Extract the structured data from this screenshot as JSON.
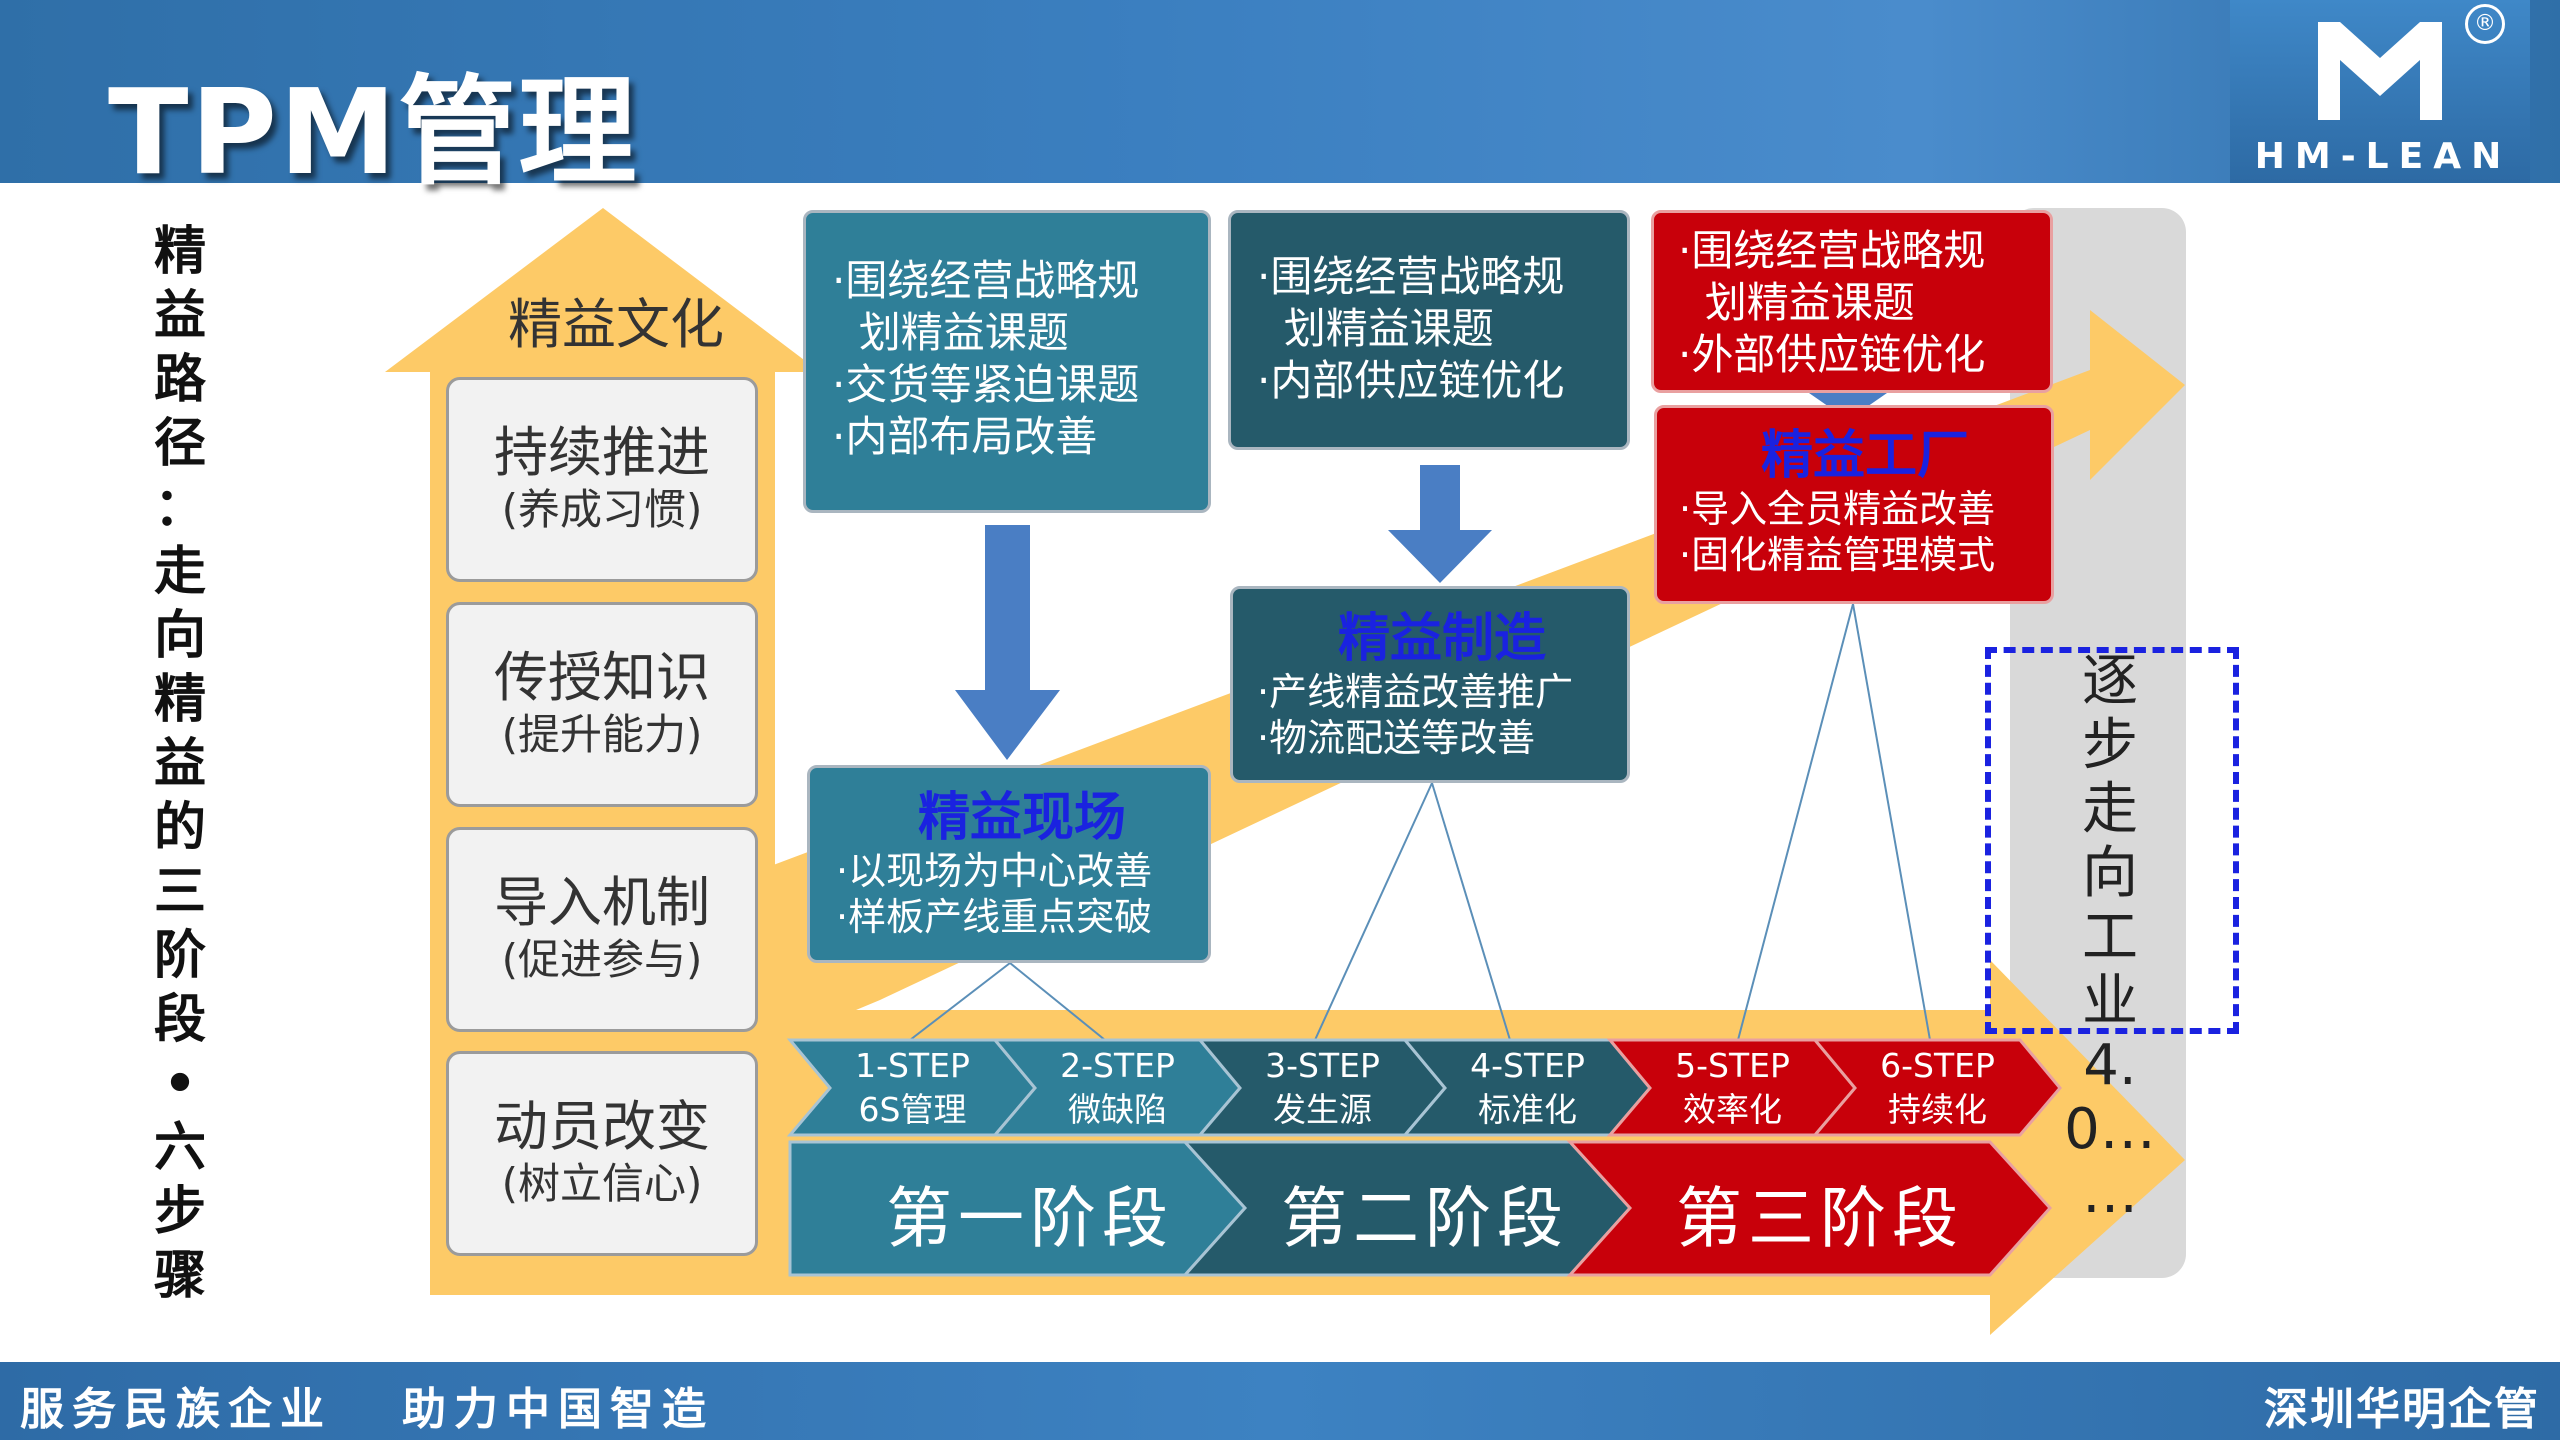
{
  "header": {
    "title": "TPM管理"
  },
  "logo": {
    "text": "HM-LEAN",
    "registered": "®"
  },
  "side_title": [
    "精",
    "益",
    "路",
    "径",
    "：",
    "走",
    "向",
    "精",
    "益",
    "的",
    "三",
    "阶",
    "段",
    "•",
    "六",
    "步",
    "骤"
  ],
  "pillar": {
    "top_label": "精益文化",
    "items": [
      {
        "main": "持续推进",
        "sub": "(养成习惯)"
      },
      {
        "main": "传授知识",
        "sub": "(提升能力)"
      },
      {
        "main": "导入机制",
        "sub": "(促进参与)"
      },
      {
        "main": "动员改变",
        "sub": "(树立信心)"
      }
    ]
  },
  "stages": {
    "site_plan": [
      "·围绕经营战略规",
      "  划精益课题",
      "·交货等紧迫课题",
      "·内部布局改善"
    ],
    "mfg_plan": [
      "·围绕经营战略规",
      "  划精益课题",
      "·内部供应链优化"
    ],
    "factory_plan": [
      "·围绕经营战略规",
      "  划精益课题",
      "·外部供应链优化"
    ],
    "site": {
      "head": "精益现场",
      "lines": [
        "·以现场为中心改善",
        "·样板产线重点突破"
      ]
    },
    "mfg": {
      "head": "精益制造",
      "lines": [
        "·产线精益改善推广",
        "·物流配送等改善"
      ]
    },
    "factory": {
      "head": "精益工厂",
      "lines": [
        "·导入全员精益改善",
        "·固化精益管理模式"
      ]
    }
  },
  "steps": [
    {
      "l1": "1-STEP",
      "l2": "6S管理"
    },
    {
      "l1": "2-STEP",
      "l2": "微缺陷"
    },
    {
      "l1": "3-STEP",
      "l2": "发生源"
    },
    {
      "l1": "4-STEP",
      "l2": "标准化"
    },
    {
      "l1": "5-STEP",
      "l2": "效率化"
    },
    {
      "l1": "6-STEP",
      "l2": "持续化"
    }
  ],
  "phases": [
    "第一阶段",
    "第二阶段",
    "第三阶段"
  ],
  "future": [
    "逐步",
    "走向",
    "工业",
    "4.",
    "0…",
    "…"
  ],
  "footer": {
    "left": "服务民族企业   助力中国智造",
    "right": "深圳华明企管"
  },
  "colors": {
    "teal": "#2f7f98",
    "dark_teal": "#255a6a",
    "red": "#c8000a",
    "arrow": "#fdca67",
    "blue": "#4a7ec4"
  }
}
